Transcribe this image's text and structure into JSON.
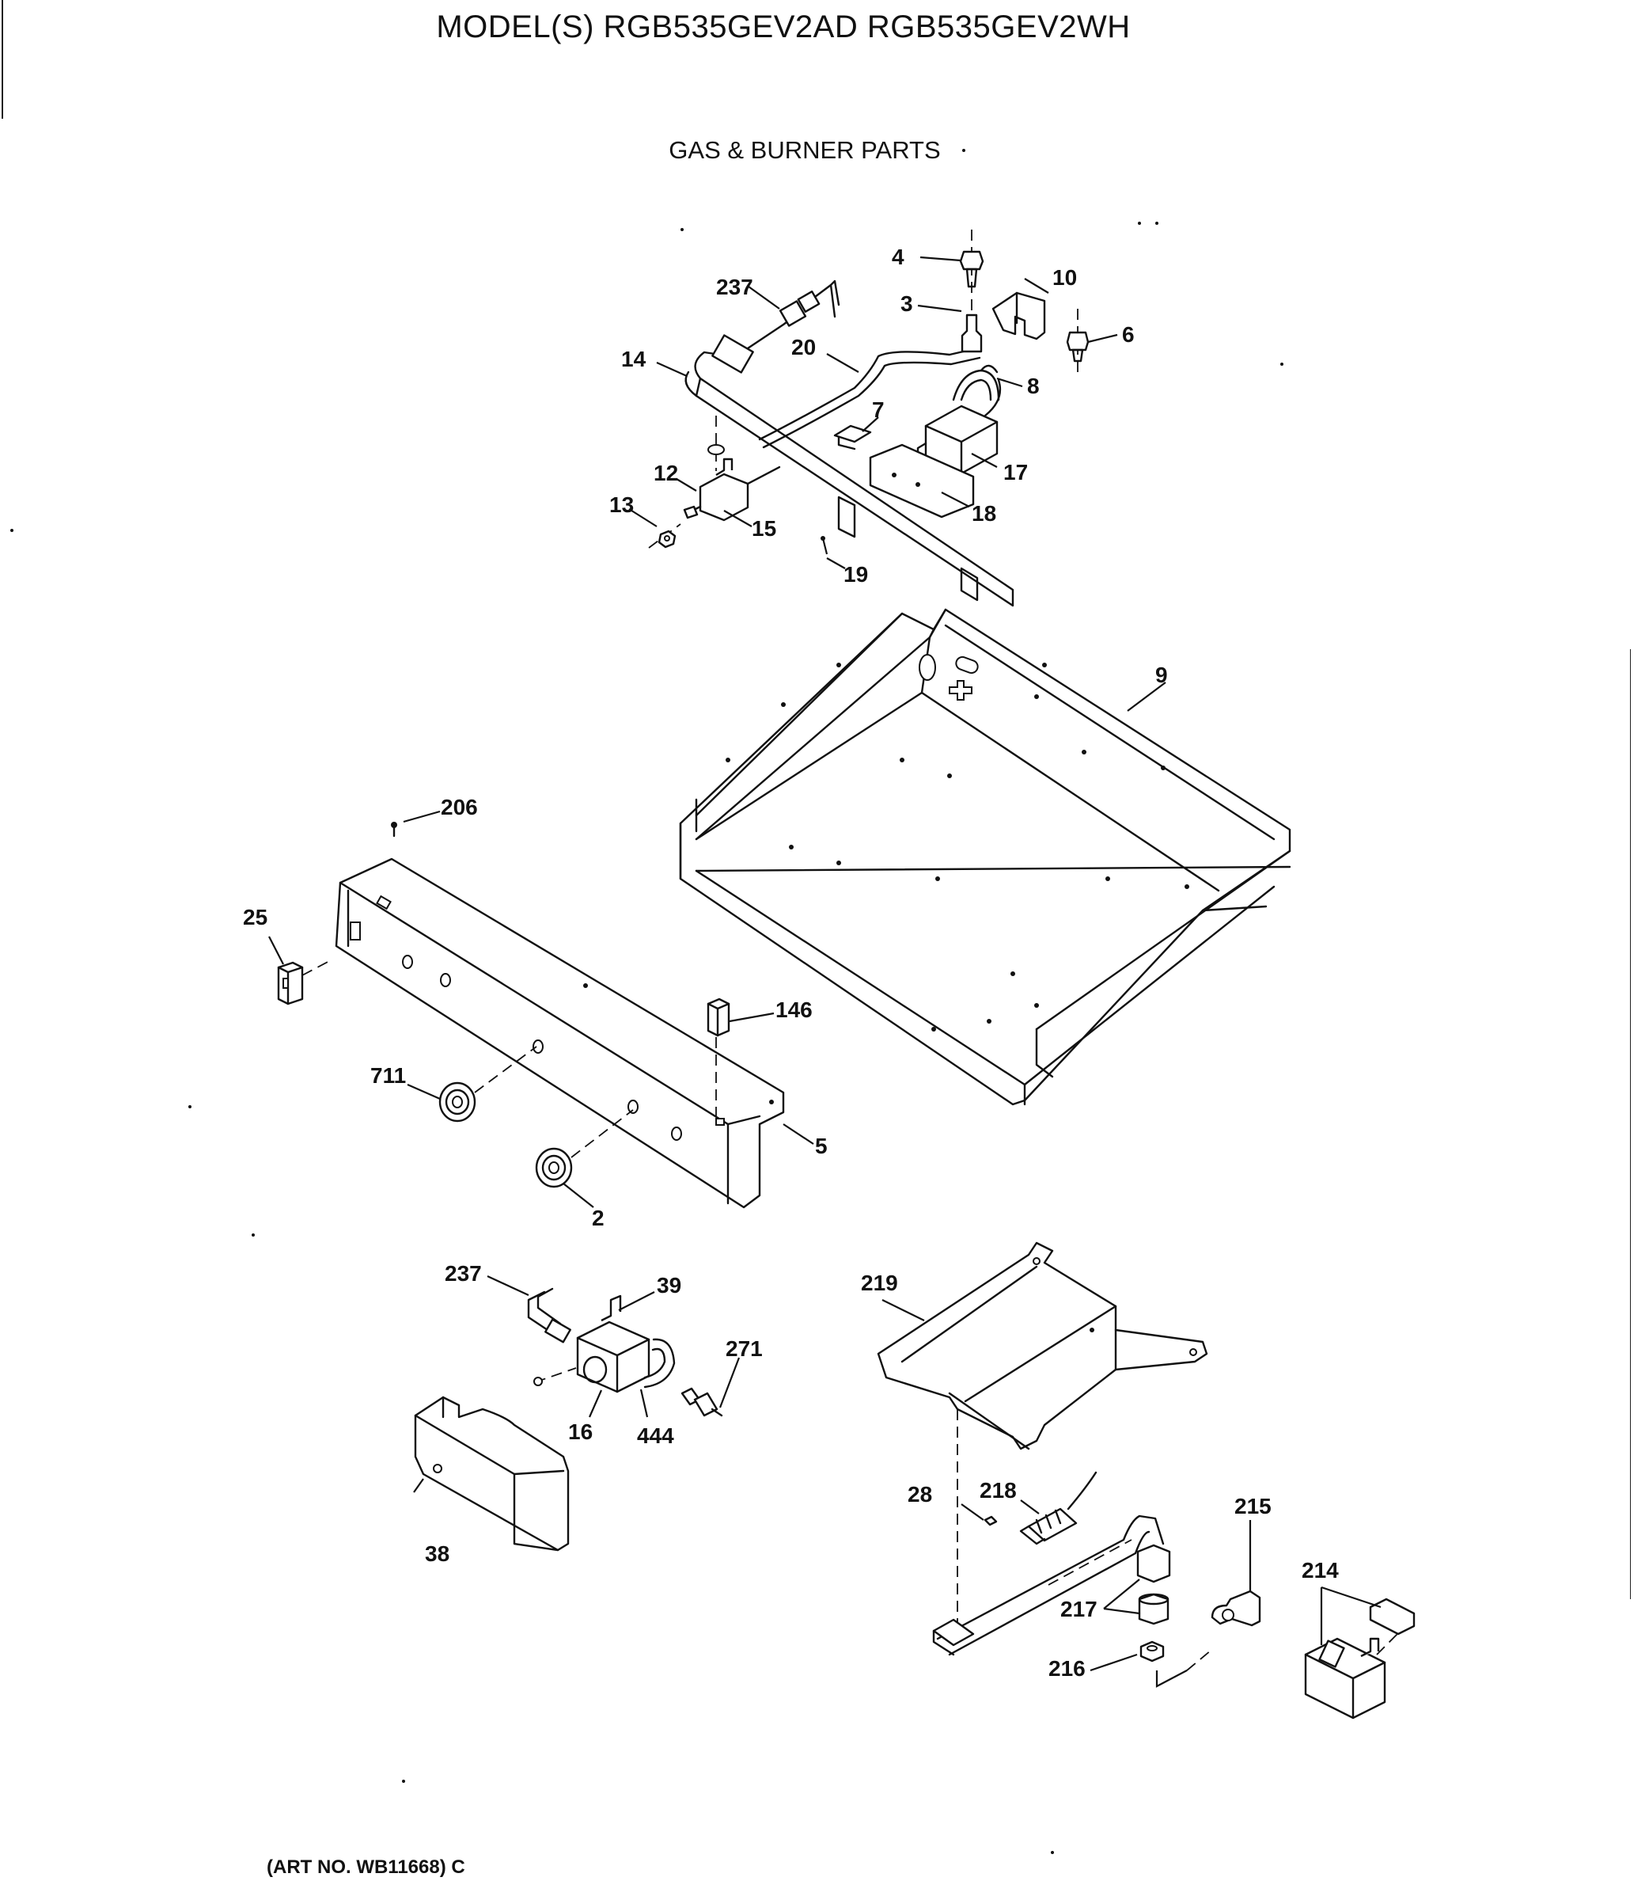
{
  "header": {
    "model_line": "MODEL(S) RGB535GEV2AD  RGB535GEV2WH",
    "section_title": "GAS & BURNER PARTS"
  },
  "footer": {
    "art_number": "(ART NO. WB11668) C"
  },
  "parts": [
    {
      "id": "p4",
      "number": "4"
    },
    {
      "id": "p10",
      "number": "10"
    },
    {
      "id": "p237a",
      "number": "237"
    },
    {
      "id": "p3",
      "number": "3"
    },
    {
      "id": "p6",
      "number": "6"
    },
    {
      "id": "p20",
      "number": "20"
    },
    {
      "id": "p14",
      "number": "14"
    },
    {
      "id": "p8",
      "number": "8"
    },
    {
      "id": "p7",
      "number": "7"
    },
    {
      "id": "p17",
      "number": "17"
    },
    {
      "id": "p12",
      "number": "12"
    },
    {
      "id": "p18",
      "number": "18"
    },
    {
      "id": "p13",
      "number": "13"
    },
    {
      "id": "p15",
      "number": "15"
    },
    {
      "id": "p19",
      "number": "19"
    },
    {
      "id": "p9",
      "number": "9"
    },
    {
      "id": "p206",
      "number": "206"
    },
    {
      "id": "p25",
      "number": "25"
    },
    {
      "id": "p146",
      "number": "146"
    },
    {
      "id": "p711",
      "number": "711"
    },
    {
      "id": "p5",
      "number": "5"
    },
    {
      "id": "p2",
      "number": "2"
    },
    {
      "id": "p237b",
      "number": "237"
    },
    {
      "id": "p39",
      "number": "39"
    },
    {
      "id": "p219",
      "number": "219"
    },
    {
      "id": "p271",
      "number": "271"
    },
    {
      "id": "p16",
      "number": "16"
    },
    {
      "id": "p444",
      "number": "444"
    },
    {
      "id": "p218",
      "number": "218"
    },
    {
      "id": "p28",
      "number": "28"
    },
    {
      "id": "p215",
      "number": "215"
    },
    {
      "id": "p38",
      "number": "38"
    },
    {
      "id": "p214",
      "number": "214"
    },
    {
      "id": "p217",
      "number": "217"
    },
    {
      "id": "p216",
      "number": "216"
    }
  ]
}
